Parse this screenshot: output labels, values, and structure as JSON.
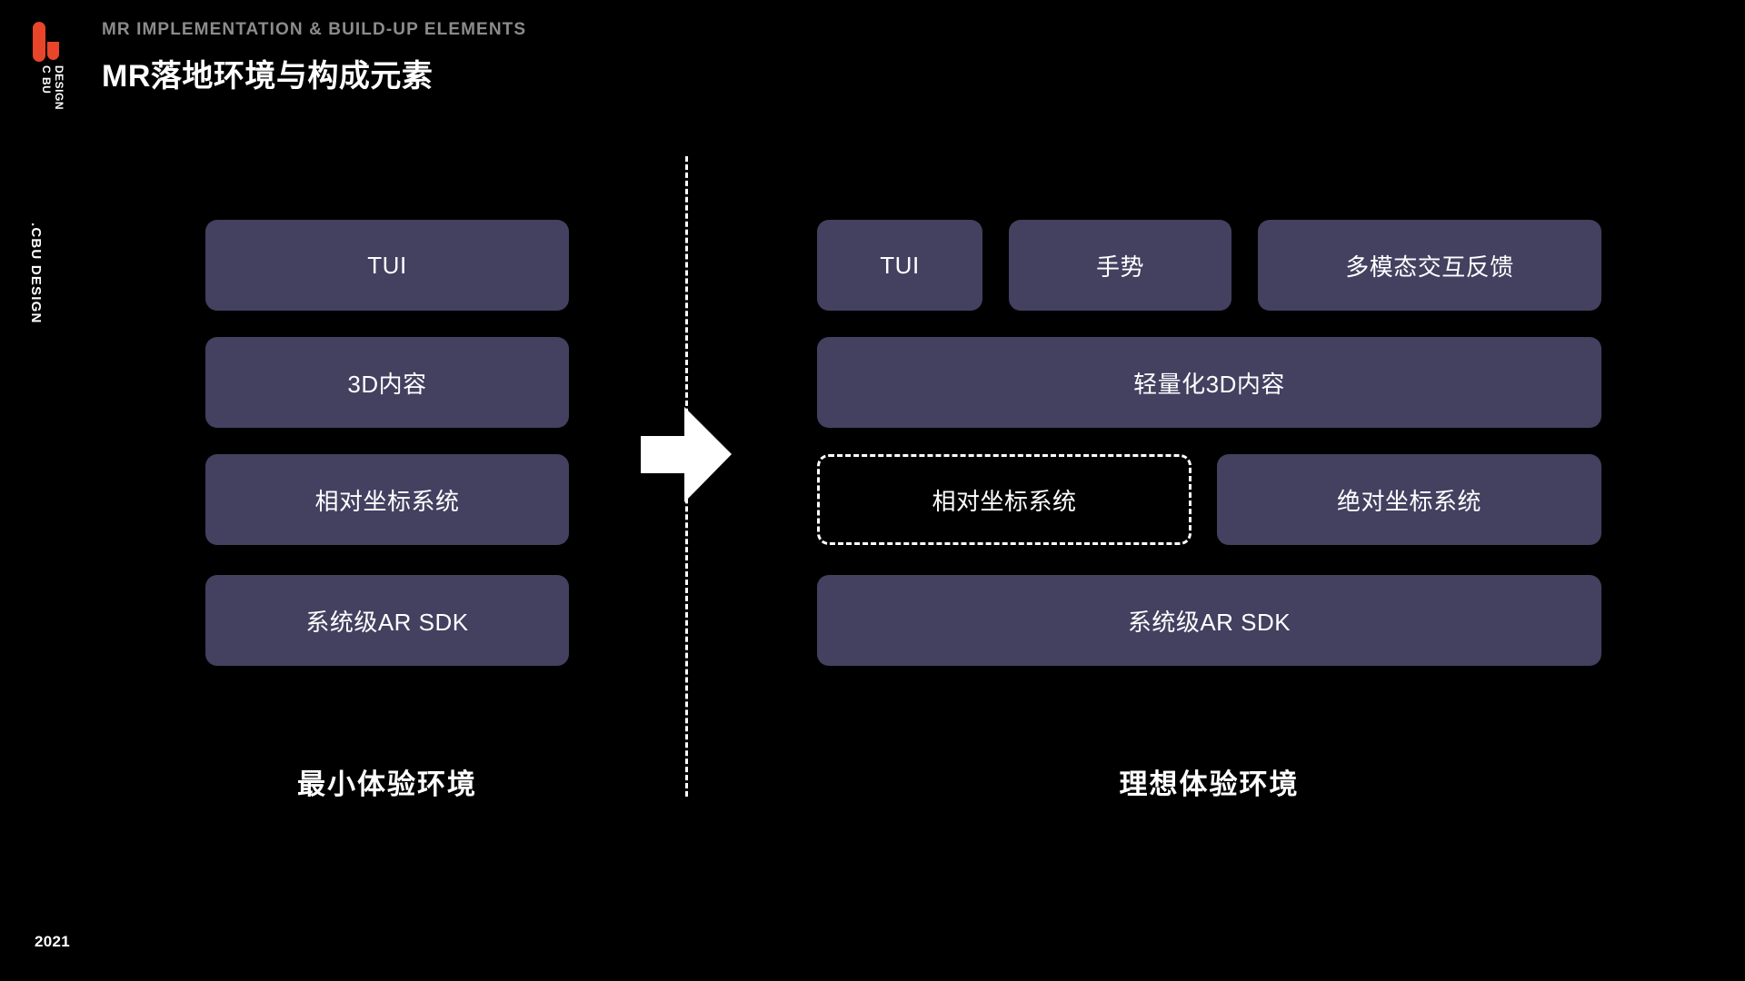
{
  "brand": {
    "logo_icon": "cbu-logo-mark",
    "logo_text": "CBU\nDESIGN",
    "logo_text_line1": "C BU",
    "logo_text_line2": "DESIGN",
    "side_text": ".CBU DESIGN",
    "accent_color": "#E8452A"
  },
  "header": {
    "eyebrow": "MR IMPLEMENTATION & BUILD-UP ELEMENTS",
    "title": "MR落地环境与构成元素"
  },
  "colors": {
    "background": "#000000",
    "box_fill": "#434060",
    "box_text": "#FFFFFF",
    "eyebrow_text": "#8C8C8C",
    "divider": "#FFFFFF"
  },
  "diagram": {
    "arrow_icon": "right-block-arrow-icon",
    "divider_icon": "vertical-dashed-divider",
    "left_column": {
      "caption": "最小体验环境",
      "rows": [
        {
          "boxes": [
            {
              "label": "TUI",
              "style": "filled"
            }
          ]
        },
        {
          "boxes": [
            {
              "label": "3D内容",
              "style": "filled"
            }
          ]
        },
        {
          "boxes": [
            {
              "label": "相对坐标系统",
              "style": "filled"
            }
          ]
        },
        {
          "boxes": [
            {
              "label": "系统级AR SDK",
              "style": "filled"
            }
          ]
        }
      ]
    },
    "right_column": {
      "caption": "理想体验环境",
      "rows": [
        {
          "boxes": [
            {
              "label": "TUI",
              "style": "filled"
            },
            {
              "label": "手势",
              "style": "filled"
            },
            {
              "label": "多模态交互反馈",
              "style": "filled"
            }
          ]
        },
        {
          "boxes": [
            {
              "label": "轻量化3D内容",
              "style": "filled"
            }
          ]
        },
        {
          "boxes": [
            {
              "label": "相对坐标系统",
              "style": "dashed"
            },
            {
              "label": "绝对坐标系统",
              "style": "filled"
            }
          ]
        },
        {
          "boxes": [
            {
              "label": "系统级AR SDK",
              "style": "filled"
            }
          ]
        }
      ]
    }
  },
  "footer": {
    "year": "2021"
  }
}
